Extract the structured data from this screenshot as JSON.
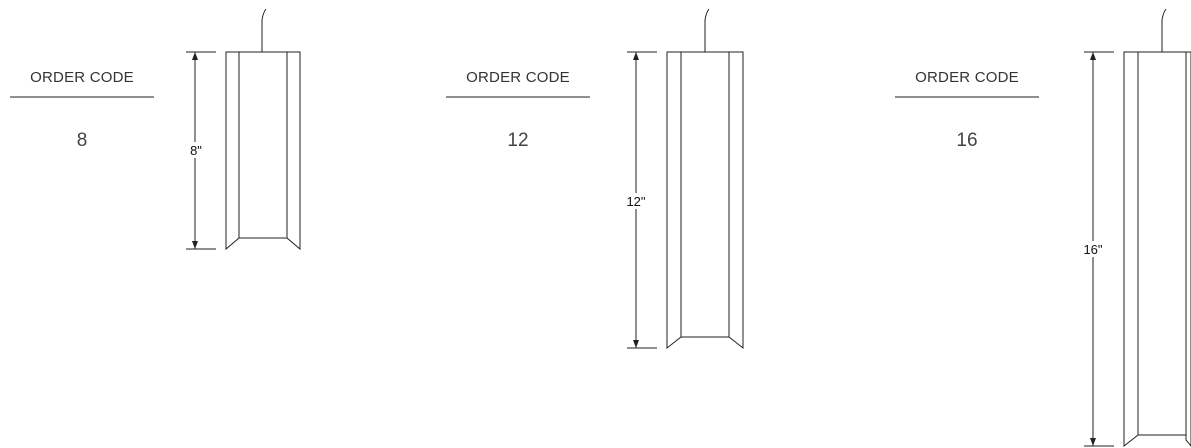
{
  "options": [
    {
      "header": "ORDER CODE",
      "code": "8",
      "dimension": "8\"",
      "length_in": 8
    },
    {
      "header": "ORDER CODE",
      "code": "12",
      "dimension": "12\"",
      "length_in": 12
    },
    {
      "header": "ORDER CODE",
      "code": "16",
      "dimension": "16\"",
      "length_in": 16
    }
  ]
}
